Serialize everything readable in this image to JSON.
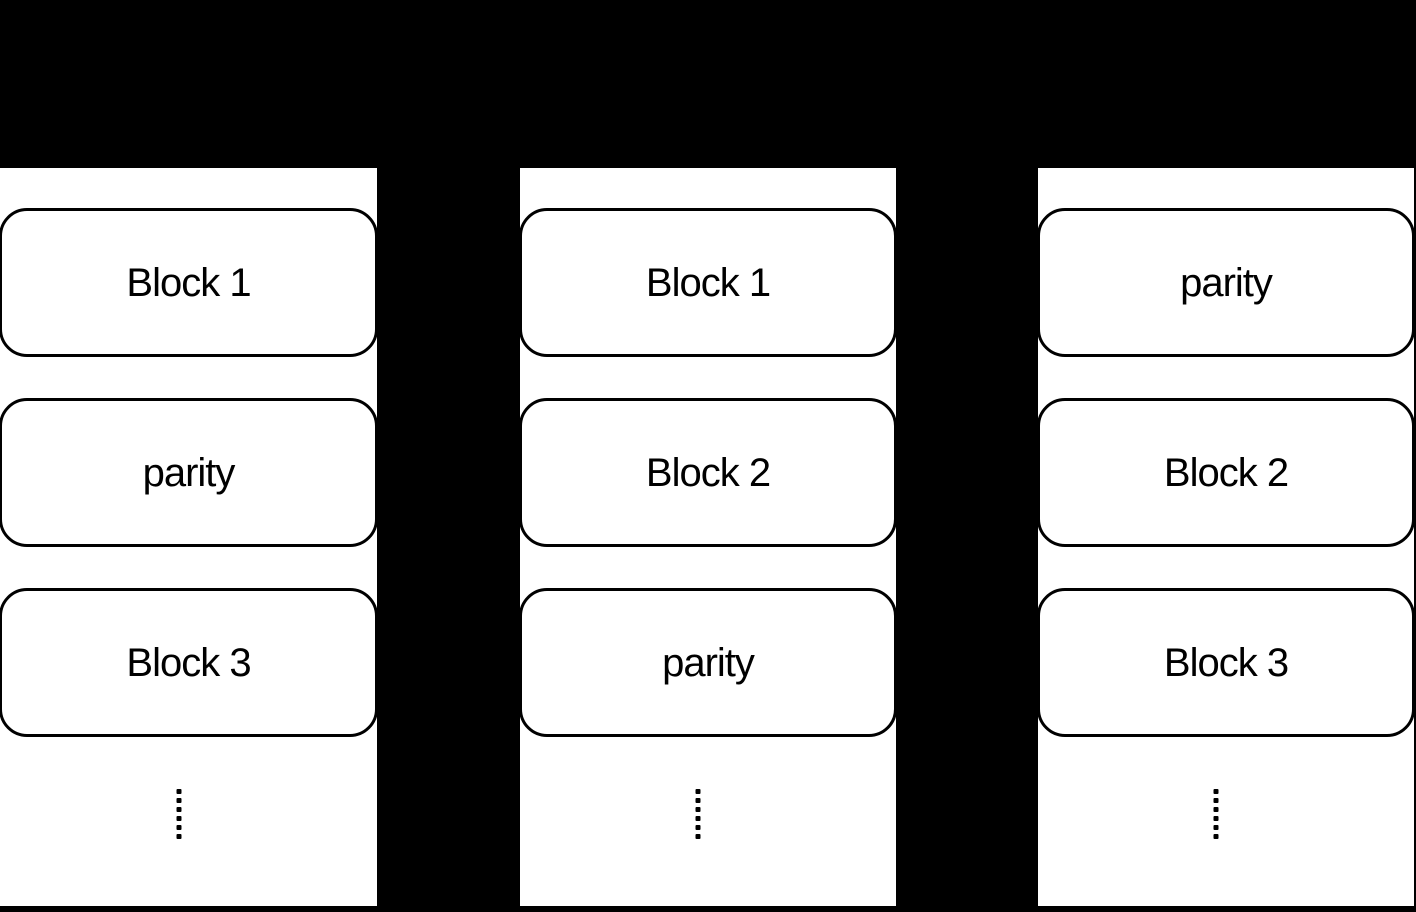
{
  "diagram": {
    "colors": {
      "background": "#000000",
      "column_fill": "#ffffff",
      "block_fill": "#ffffff",
      "block_border": "#000000",
      "text": "#000000",
      "ellipsis_dot": "#000000"
    },
    "ellipsis_icon": "vertical-ellipsis",
    "disks": [
      {
        "blocks": [
          "Block 1",
          "parity",
          "Block 3"
        ]
      },
      {
        "blocks": [
          "Block 1",
          "Block 2",
          "parity"
        ]
      },
      {
        "blocks": [
          "parity",
          "Block 2",
          "Block 3"
        ]
      }
    ]
  }
}
